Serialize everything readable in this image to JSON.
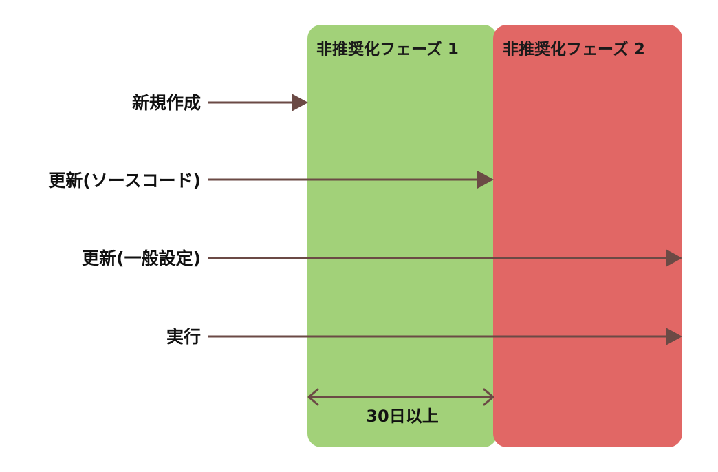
{
  "phases": [
    {
      "title": "非推奨化フェーズ 1",
      "color": "#a2d179"
    },
    {
      "title": "非推奨化フェーズ 2",
      "color": "#e16765"
    }
  ],
  "rows": [
    {
      "label": "新規作成"
    },
    {
      "label": "更新(ソースコード)"
    },
    {
      "label": "更新(一般設定)"
    },
    {
      "label": "実行"
    }
  ],
  "duration": {
    "label": "30日以上"
  },
  "colors": {
    "arrow": "#6b4a45"
  }
}
